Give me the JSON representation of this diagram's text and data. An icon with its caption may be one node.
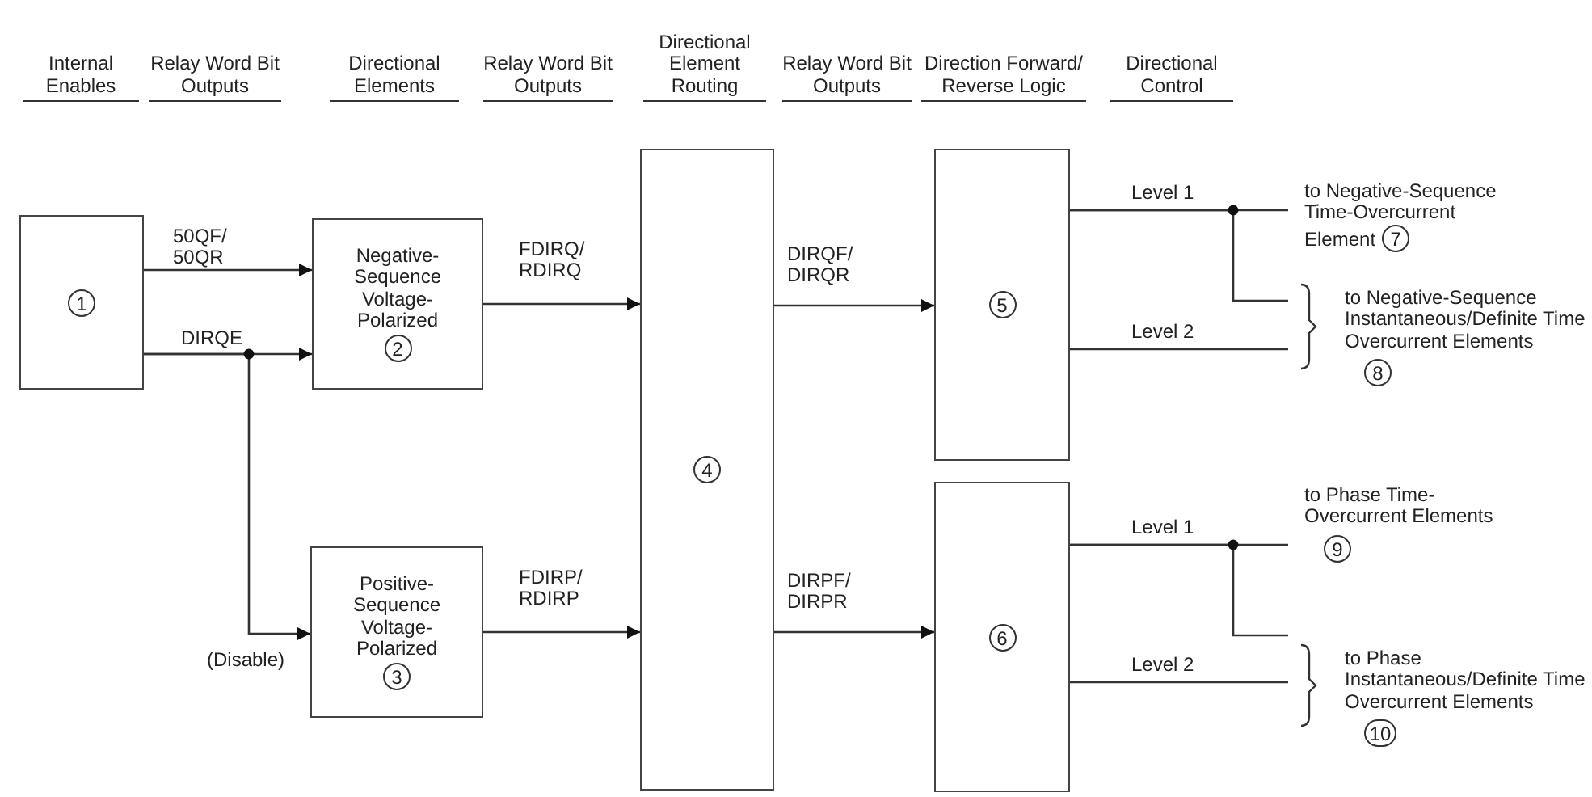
{
  "diagram": {
    "nodes": [
      {
        "text": [
          "1"
        ]
      },
      {
        "text": [
          "Negative-Sequence Voltage-Polarized",
          "2"
        ]
      },
      {
        "text": [
          "Positive-Sequence Voltage-Polarized",
          "3"
        ]
      },
      {
        "text": [
          "4"
        ]
      },
      {
        "text": [
          "5"
        ]
      },
      {
        "text": [
          "6"
        ]
      },
      {
        "text": [
          "to Negative-Sequence Time-Overcurrent Element",
          "7"
        ]
      },
      {
        "text": [
          "to Negative-Sequence Instantaneous/Definite Time Overcurrent Elements",
          "8"
        ]
      },
      {
        "text": [
          "to Phase Time-Overcurrent Elements",
          "9"
        ]
      },
      {
        "text": [
          "to Phase Instantaneous/Definite Time Overcurrent Elements",
          "10"
        ]
      }
    ],
    "edges": [
      {
        "from": 0,
        "to": 1,
        "arrow": "to",
        "label": "50QF/ 50QR"
      },
      {
        "from": 0,
        "to": 1,
        "arrow": "to",
        "label": "DIRQE"
      },
      {
        "from": 0,
        "to": 2,
        "arrow": "to",
        "label": "(Disable)"
      },
      {
        "from": 1,
        "to": 3,
        "arrow": "to",
        "label": "FDIRQ/ RDIRQ"
      },
      {
        "from": 2,
        "to": 3,
        "arrow": "to",
        "label": "FDIRP/ RDIRP"
      },
      {
        "from": 3,
        "to": 4,
        "arrow": "to",
        "label": "DIRQF/ DIRQR"
      },
      {
        "from": 3,
        "to": 5,
        "arrow": "to",
        "label": "DIRPF/ DIRPR"
      },
      {
        "from": 4,
        "to": 6,
        "arrow": "none",
        "label": "Level 1"
      },
      {
        "from": 4,
        "to": 7,
        "arrow": "none"
      },
      {
        "from": 4,
        "to": 7,
        "arrow": "none",
        "label": "Level 2"
      },
      {
        "from": 5,
        "to": 8,
        "arrow": "none",
        "label": "Level 1"
      },
      {
        "from": 5,
        "to": 9,
        "arrow": "none"
      },
      {
        "from": 5,
        "to": 9,
        "arrow": "none",
        "label": "Level 2"
      }
    ],
    "labels": [
      "Internal Enables",
      "Relay Word Bit Outputs",
      "Directional Elements",
      "Relay Word Bit Outputs",
      "Directional Element Routing",
      "Relay Word Bit Outputs",
      "Direction Forward/ Reverse Logic",
      "Directional Control"
    ]
  }
}
